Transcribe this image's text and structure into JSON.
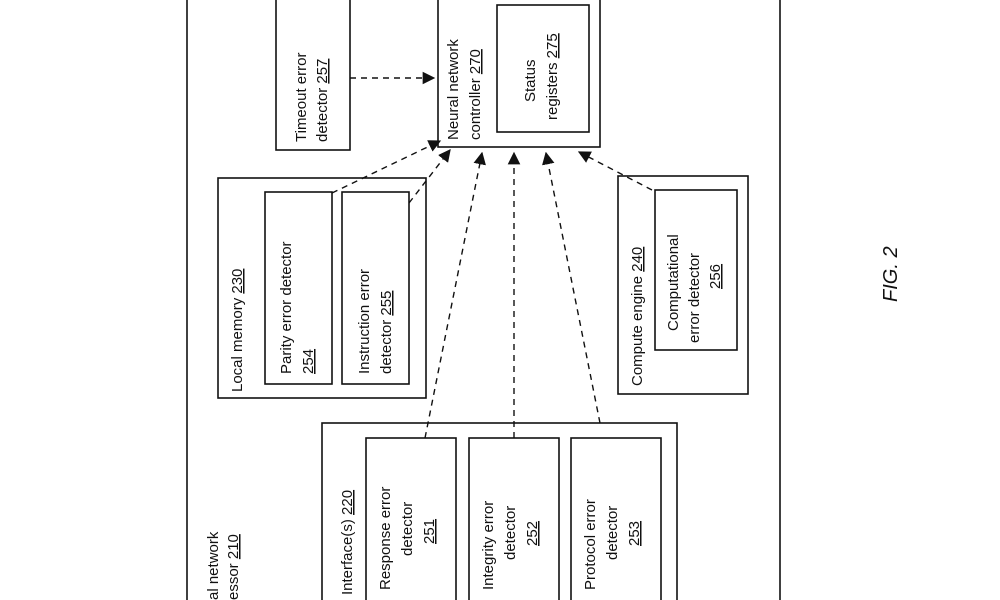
{
  "figure": "FIG. 2",
  "outer": {
    "line1": "al network",
    "line2_pre": "essor ",
    "num": "210"
  },
  "timeout": {
    "line1": "Timeout error",
    "line2_pre": "detector ",
    "num": "257"
  },
  "controller": {
    "line1": "Neural network",
    "line2_pre": "controller ",
    "num": "270"
  },
  "status": {
    "line1": "Status",
    "line2_pre": "registers ",
    "num": "275"
  },
  "memory": {
    "title_pre": "Local memory ",
    "num": "230"
  },
  "parity": {
    "line1": "Parity error detector",
    "num": "254"
  },
  "instruction": {
    "line1": "Instruction error",
    "line2_pre": "detector  ",
    "num": "255"
  },
  "compute": {
    "title_pre": "Compute engine ",
    "num": "240"
  },
  "computational": {
    "line1": "Computational",
    "line2": "error detector",
    "num": "256"
  },
  "interfaces": {
    "title_pre": "Interface(s) ",
    "num": "220"
  },
  "response": {
    "line1": "Response error",
    "line2": "detector",
    "num": "251"
  },
  "integrity": {
    "line1": "Integrity error",
    "line2": "detector",
    "num": "252"
  },
  "protocol": {
    "line1": "Protocol error",
    "line2": "detector",
    "num": "253"
  }
}
